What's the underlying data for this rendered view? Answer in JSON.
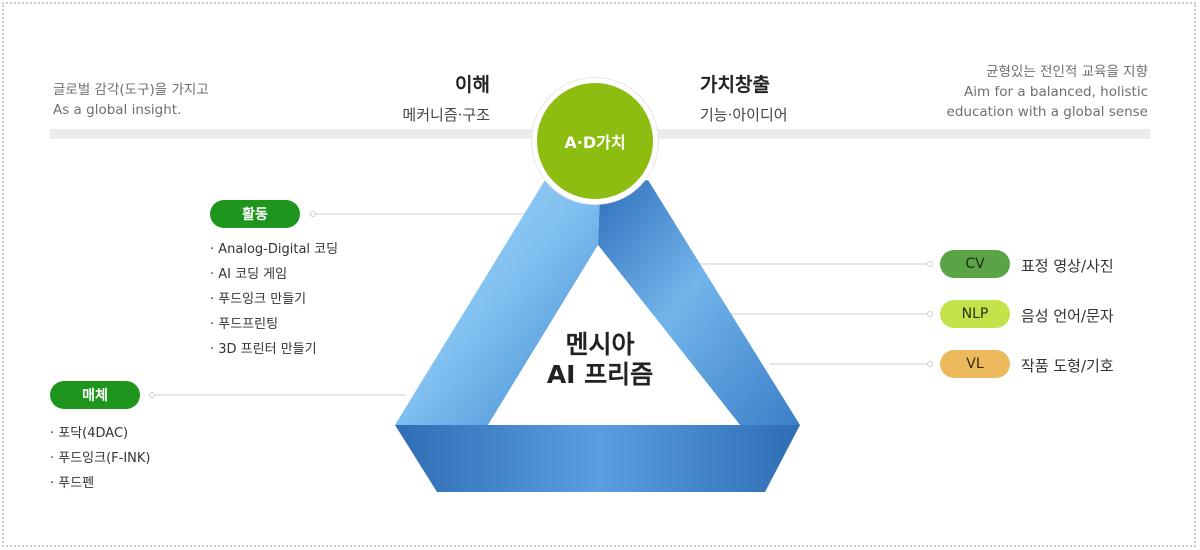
{
  "left_header": {
    "line1": "글로벌 감각(도구)을 가지고",
    "line2": "As a global insight."
  },
  "right_header": {
    "line1": "균형있는 전인적 교육을 지향",
    "line2": "Aim for a balanced, holistic",
    "line3": "education with a global sense"
  },
  "understanding": {
    "title": "이해",
    "subtitle": "메커니즘·구조"
  },
  "value_creation": {
    "title": "가치창출",
    "subtitle": "기능·아이디어"
  },
  "center_circle": {
    "label": "A·D가치"
  },
  "prism": {
    "line1": "멘시아",
    "line2": "AI 프리즘"
  },
  "activity": {
    "label": "활동",
    "items": [
      "· Analog-Digital 코딩",
      "· AI 코딩 게임",
      "· 푸드잉크 만들기",
      "· 푸드프린팅",
      "· 3D 프린터 만들기"
    ]
  },
  "media": {
    "label": "매체",
    "items": [
      "· 포닥(4DAC)",
      "· 푸드잉크(F-INK)",
      "· 푸드펜"
    ]
  },
  "domains": [
    {
      "tag": "CV",
      "desc": "표정 영상/사진"
    },
    {
      "tag": "NLP",
      "desc": "음성 언어/문자"
    },
    {
      "tag": "VL",
      "desc": "작품 도형/기호"
    }
  ],
  "colors": {
    "circle": "#8dbd10",
    "pill_green": "#1e961e",
    "cv": "#5aa447",
    "nlp": "#c4e34a",
    "vl": "#ecb95c",
    "prism_dark": "#3a78c2",
    "prism_light": "#8fcaf5"
  }
}
